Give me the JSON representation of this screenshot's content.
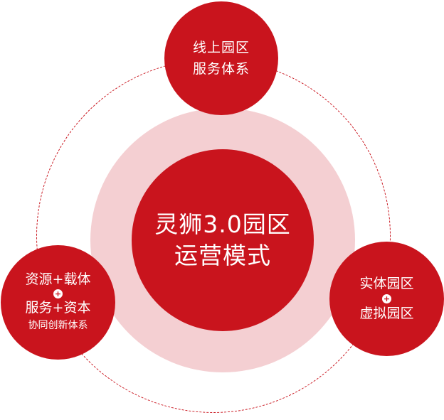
{
  "colors": {
    "primary_red": "#c9141d",
    "halo_pink": "#f4cfd2",
    "background": "#ffffff"
  },
  "center": {
    "line1": "灵狮3.0园区",
    "line2": "运营模式"
  },
  "top_node": {
    "line1": "线上园区",
    "line2": "服务体系"
  },
  "left_node": {
    "line1": "资源+载体",
    "plus": "+",
    "line2": "服务+资本",
    "line3": "协同创新体系"
  },
  "right_node": {
    "line1": "实体园区",
    "plus": "+",
    "line2": "虚拟园区"
  }
}
